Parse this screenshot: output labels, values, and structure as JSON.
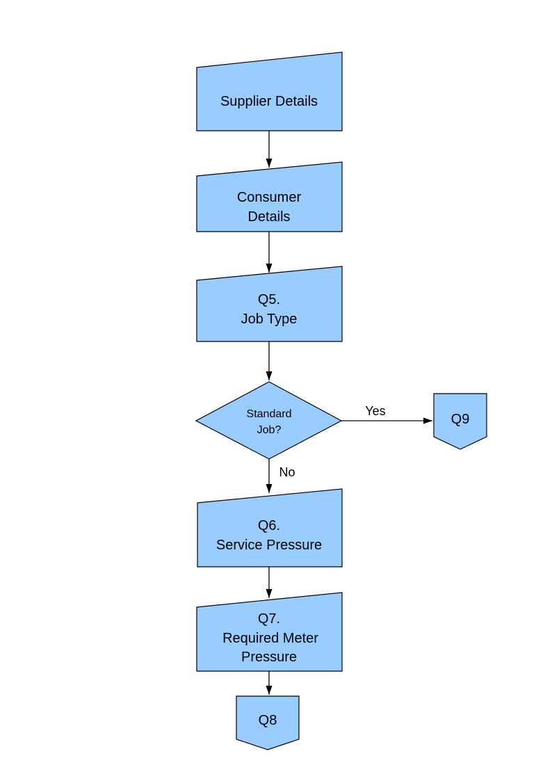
{
  "page": {
    "background_color": "#FFFFFF"
  },
  "flowchart": {
    "shape_fill_color": "#99CCFF",
    "shape_stroke_color": "#000000",
    "text_color": "#000000",
    "nodes": {
      "supplier_details": {
        "type": "manual-input",
        "lines": [
          "Supplier Details"
        ]
      },
      "consumer_details": {
        "type": "manual-input",
        "lines": [
          "Consumer",
          "Details"
        ]
      },
      "q5_job_type": {
        "type": "manual-input",
        "lines": [
          "Q5.",
          "Job Type"
        ]
      },
      "standard_job_decision": {
        "type": "decision",
        "lines": [
          "Standard",
          "Job?"
        ]
      },
      "q9_connector": {
        "type": "off-page-connector",
        "lines": [
          "Q9"
        ]
      },
      "q6_service_pressure": {
        "type": "manual-input",
        "lines": [
          "Q6.",
          "Service Pressure"
        ]
      },
      "q7_required_meter_pressure": {
        "type": "manual-input",
        "lines": [
          "Q7.",
          "Required Meter",
          "Pressure"
        ]
      },
      "q8_connector": {
        "type": "off-page-connector",
        "lines": [
          "Q8"
        ]
      }
    },
    "edge_labels": {
      "yes": "Yes",
      "no": "No"
    }
  }
}
